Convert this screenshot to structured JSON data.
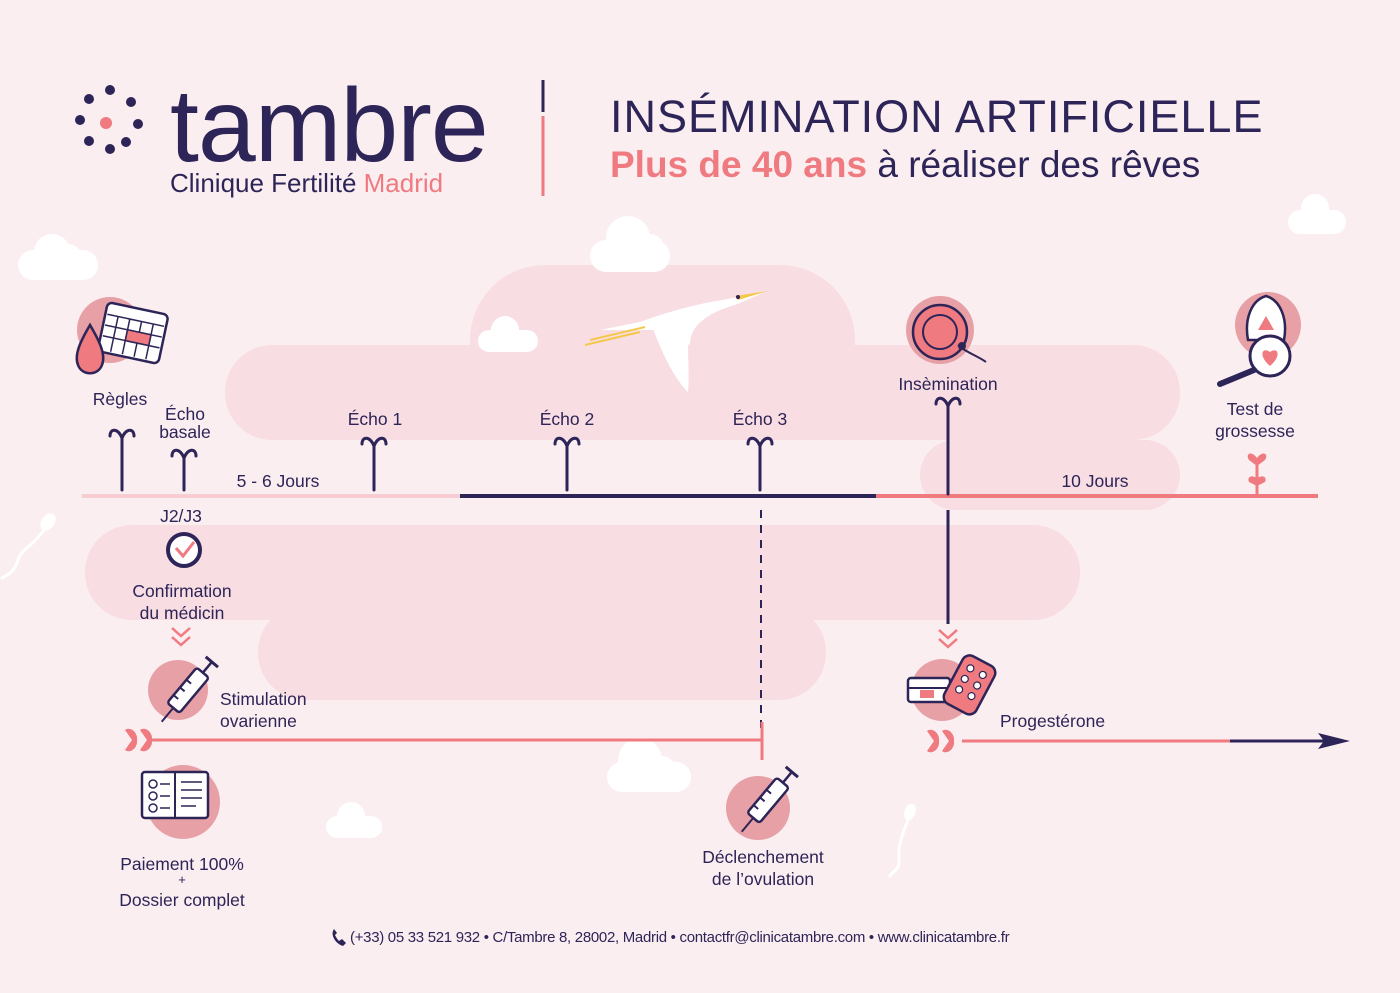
{
  "brand": {
    "name": "tambre",
    "subtitle_a": "Clinique Fertilité",
    "subtitle_b": "Madrid"
  },
  "header": {
    "title": "INSÉMINATION ARTIFICIELLE",
    "subtitle_bold": "Plus de 40 ans",
    "subtitle_rest": "à réaliser des rêves"
  },
  "timeline": {
    "regles": "Règles",
    "echo_basale_1": "Écho",
    "echo_basale_2": "basale",
    "interval_1": "5 - 6 Jours",
    "echo_1": "Écho 1",
    "echo_2": "Écho 2",
    "echo_3": "Écho 3",
    "insemination": "Insèmination",
    "interval_2": "10 Jours",
    "test_1": "Test de",
    "test_2": "grossesse",
    "j2j3": "J2/J3"
  },
  "steps": {
    "confirmation_1": "Confirmation",
    "confirmation_2": "du médicin",
    "stimulation_1": "Stimulation",
    "stimulation_2": "ovarienne",
    "paiement_1": "Paiement 100%",
    "paiement_plus": "+",
    "paiement_2": "Dossier complet",
    "declenchement_1": "Déclenchement",
    "declenchement_2": "de l’ovulation",
    "progesterone": "Progestérone"
  },
  "footer": {
    "phone": "(+33) 05 33 521 932",
    "address": "C/Tambre 8, 28002, Madrid",
    "email": "contactfr@clinicatambre.com",
    "web": "www.clinicatambre.fr",
    "separator": "•"
  },
  "colors": {
    "navy": "#2d2457",
    "coral": "#ef7a80",
    "light_pink": "#f7d3d8",
    "background": "#fbeef1",
    "blob": "#f8dde3"
  }
}
